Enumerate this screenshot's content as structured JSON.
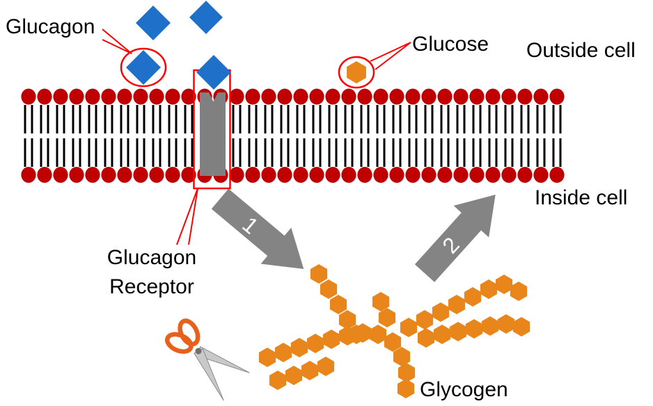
{
  "diagram": {
    "labels": {
      "glucagon": "Glucagon",
      "glucose": "Glucose",
      "outside_cell": "Outside cell",
      "inside_cell": "Inside cell",
      "receptor_line1": "Glucagon",
      "receptor_line2": "Receptor",
      "glycogen": "Glycogen",
      "step1": "1",
      "step2": "2"
    },
    "colors": {
      "membrane_head": "#C00000",
      "membrane_tail": "#000000",
      "receptor_gray": "#808080",
      "annotation_red": "#FF0000",
      "glucagon_blue": "#1F70C8",
      "glucose_orange": "#E8861C",
      "arrow_gray": "#848484",
      "arrow_number": "#FFFFFF",
      "scissors_blade": "#C9C9C9",
      "scissors_blade_edge": "#8A8A8A",
      "scissors_handle": "#E8611C",
      "scissors_pivot": "#707070",
      "text": "#000000",
      "background": "#FFFFFF"
    }
  }
}
